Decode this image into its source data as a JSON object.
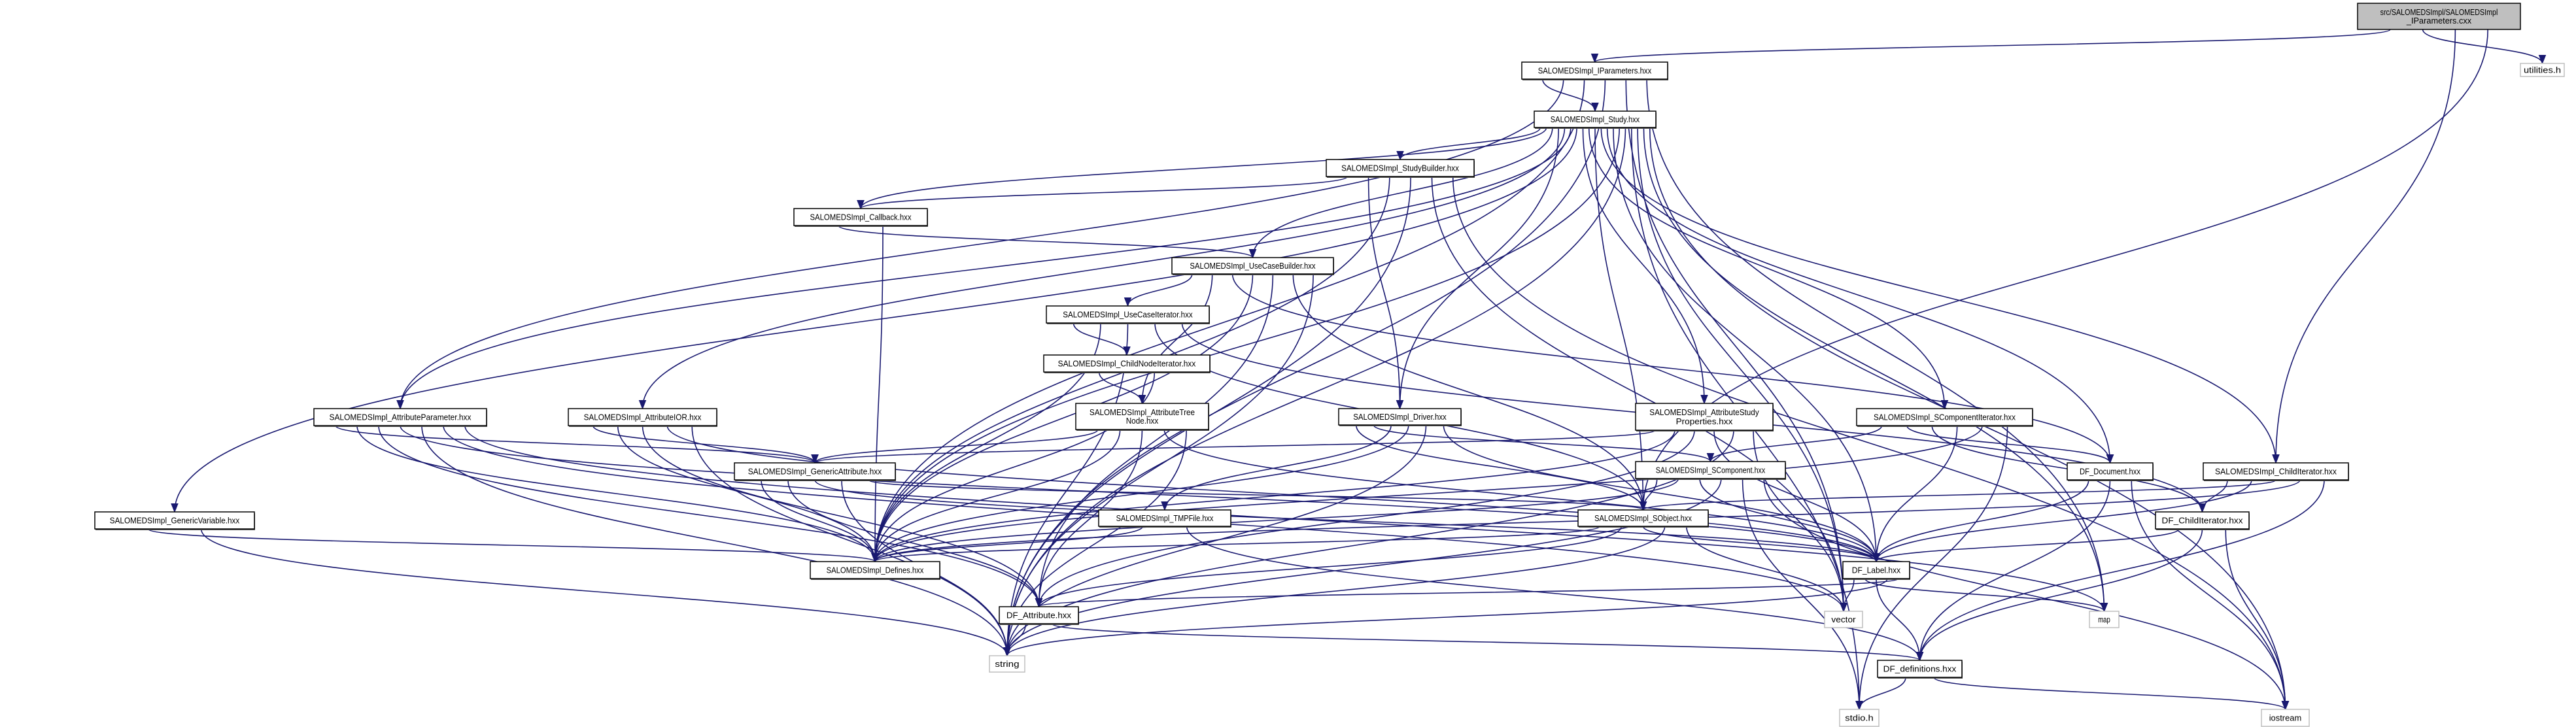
{
  "graph": {
    "edge_color": "#191970",
    "root_fill": "#bfbfbf",
    "external_border": "#bfbfbf",
    "nodes": [
      {
        "id": "root",
        "label": [
          "src/SALOMEDSImpl/SALOMEDSImpl",
          "_IParameters.cxx"
        ],
        "kind": "root"
      },
      {
        "id": "utilities",
        "label": [
          "utilities.h"
        ],
        "kind": "external"
      },
      {
        "id": "iparams",
        "label": [
          "SALOMEDSImpl_IParameters.hxx"
        ],
        "kind": "file"
      },
      {
        "id": "study",
        "label": [
          "SALOMEDSImpl_Study.hxx"
        ],
        "kind": "file"
      },
      {
        "id": "studybuilder",
        "label": [
          "SALOMEDSImpl_StudyBuilder.hxx"
        ],
        "kind": "file"
      },
      {
        "id": "callback",
        "label": [
          "SALOMEDSImpl_Callback.hxx"
        ],
        "kind": "file"
      },
      {
        "id": "usecasebuilder",
        "label": [
          "SALOMEDSImpl_UseCaseBuilder.hxx"
        ],
        "kind": "file"
      },
      {
        "id": "usecaseiterator",
        "label": [
          "SALOMEDSImpl_UseCaseIterator.hxx"
        ],
        "kind": "file"
      },
      {
        "id": "childnodeiterator",
        "label": [
          "SALOMEDSImpl_ChildNodeIterator.hxx"
        ],
        "kind": "file"
      },
      {
        "id": "attrtreenode",
        "label": [
          "SALOMEDSImpl_AttributeTree",
          "Node.hxx"
        ],
        "kind": "file"
      },
      {
        "id": "attrparam",
        "label": [
          "SALOMEDSImpl_AttributeParameter.hxx"
        ],
        "kind": "file"
      },
      {
        "id": "attrior",
        "label": [
          "SALOMEDSImpl_AttributeIOR.hxx"
        ],
        "kind": "file"
      },
      {
        "id": "genericattr",
        "label": [
          "SALOMEDSImpl_GenericAttribute.hxx"
        ],
        "kind": "file"
      },
      {
        "id": "genericvar",
        "label": [
          "SALOMEDSImpl_GenericVariable.hxx"
        ],
        "kind": "file"
      },
      {
        "id": "defines",
        "label": [
          "SALOMEDSImpl_Defines.hxx"
        ],
        "kind": "file"
      },
      {
        "id": "driver",
        "label": [
          "SALOMEDSImpl_Driver.hxx"
        ],
        "kind": "file"
      },
      {
        "id": "tmpfile",
        "label": [
          "SALOMEDSImpl_TMPFile.hxx"
        ],
        "kind": "file"
      },
      {
        "id": "attrstudyprops",
        "label": [
          "SALOMEDSImpl_AttributeStudy",
          "Properties.hxx"
        ],
        "kind": "file"
      },
      {
        "id": "scomponent",
        "label": [
          "SALOMEDSImpl_SComponent.hxx"
        ],
        "kind": "file"
      },
      {
        "id": "sobject",
        "label": [
          "SALOMEDSImpl_SObject.hxx"
        ],
        "kind": "file"
      },
      {
        "id": "scompiterator",
        "label": [
          "SALOMEDSImpl_SComponentIterator.hxx"
        ],
        "kind": "file"
      },
      {
        "id": "dfdocument",
        "label": [
          "DF_Document.hxx"
        ],
        "kind": "file"
      },
      {
        "id": "childiterator",
        "label": [
          "SALOMEDSImpl_ChildIterator.hxx"
        ],
        "kind": "file"
      },
      {
        "id": "dfchilditerator",
        "label": [
          "DF_ChildIterator.hxx"
        ],
        "kind": "file"
      },
      {
        "id": "dflabel",
        "label": [
          "DF_Label.hxx"
        ],
        "kind": "file"
      },
      {
        "id": "dfattribute",
        "label": [
          "DF_Attribute.hxx"
        ],
        "kind": "file"
      },
      {
        "id": "string",
        "label": [
          "string"
        ],
        "kind": "external"
      },
      {
        "id": "vector",
        "label": [
          "vector"
        ],
        "kind": "external"
      },
      {
        "id": "map",
        "label": [
          "map"
        ],
        "kind": "external"
      },
      {
        "id": "dfdefinitions",
        "label": [
          "DF_definitions.hxx"
        ],
        "kind": "file"
      },
      {
        "id": "stdio",
        "label": [
          "stdio.h"
        ],
        "kind": "external"
      },
      {
        "id": "iostream",
        "label": [
          "iostream"
        ],
        "kind": "external"
      }
    ],
    "edges": [
      [
        "root",
        "iparams"
      ],
      [
        "root",
        "utilities"
      ],
      [
        "root",
        "childiterator"
      ],
      [
        "root",
        "sobject"
      ],
      [
        "iparams",
        "study"
      ],
      [
        "iparams",
        "attrparam"
      ],
      [
        "iparams",
        "defines"
      ],
      [
        "iparams",
        "string"
      ],
      [
        "iparams",
        "vector"
      ],
      [
        "iparams",
        "map"
      ],
      [
        "study",
        "studybuilder"
      ],
      [
        "study",
        "callback"
      ],
      [
        "study",
        "usecasebuilder"
      ],
      [
        "study",
        "driver"
      ],
      [
        "study",
        "attrior"
      ],
      [
        "study",
        "attrparam"
      ],
      [
        "study",
        "genericvar"
      ],
      [
        "study",
        "attrstudyprops"
      ],
      [
        "study",
        "scompiterator"
      ],
      [
        "study",
        "sobject"
      ],
      [
        "study",
        "childiterator"
      ],
      [
        "study",
        "dfdocument"
      ],
      [
        "study",
        "dflabel"
      ],
      [
        "study",
        "defines"
      ],
      [
        "study",
        "string"
      ],
      [
        "study",
        "stdio"
      ],
      [
        "study",
        "vector"
      ],
      [
        "study",
        "map"
      ],
      [
        "study",
        "iostream"
      ],
      [
        "studybuilder",
        "callback"
      ],
      [
        "studybuilder",
        "driver"
      ],
      [
        "studybuilder",
        "defines"
      ],
      [
        "studybuilder",
        "string"
      ],
      [
        "studybuilder",
        "vector"
      ],
      [
        "studybuilder",
        "iostream"
      ],
      [
        "callback",
        "usecasebuilder"
      ],
      [
        "callback",
        "defines"
      ],
      [
        "usecasebuilder",
        "usecaseiterator"
      ],
      [
        "usecasebuilder",
        "attrtreenode"
      ],
      [
        "usecasebuilder",
        "dfdocument"
      ],
      [
        "usecasebuilder",
        "defines"
      ],
      [
        "usecasebuilder",
        "dfattribute"
      ],
      [
        "usecasebuilder",
        "sobject"
      ],
      [
        "usecasebuilder",
        "string"
      ],
      [
        "usecaseiterator",
        "childnodeiterator"
      ],
      [
        "usecaseiterator",
        "defines"
      ],
      [
        "usecaseiterator",
        "string"
      ],
      [
        "usecaseiterator",
        "sobject"
      ],
      [
        "usecaseiterator",
        "dfchilditerator"
      ],
      [
        "childnodeiterator",
        "attrtreenode"
      ],
      [
        "childnodeiterator",
        "defines"
      ],
      [
        "attrtreenode",
        "genericattr"
      ],
      [
        "attrtreenode",
        "defines"
      ],
      [
        "attrtreenode",
        "dfattribute"
      ],
      [
        "attrtreenode",
        "dflabel"
      ],
      [
        "attrtreenode",
        "string"
      ],
      [
        "attrparam",
        "genericattr"
      ],
      [
        "attrparam",
        "defines"
      ],
      [
        "attrparam",
        "dfattribute"
      ],
      [
        "attrparam",
        "dflabel"
      ],
      [
        "attrparam",
        "string"
      ],
      [
        "attrparam",
        "vector"
      ],
      [
        "attrparam",
        "map"
      ],
      [
        "attrior",
        "genericattr"
      ],
      [
        "attrior",
        "defines"
      ],
      [
        "attrior",
        "dfattribute"
      ],
      [
        "attrior",
        "dflabel"
      ],
      [
        "attrior",
        "string"
      ],
      [
        "genericattr",
        "defines"
      ],
      [
        "genericattr",
        "dfattribute"
      ],
      [
        "genericattr",
        "dflabel"
      ],
      [
        "genericattr",
        "string"
      ],
      [
        "genericattr",
        "sobject"
      ],
      [
        "genericvar",
        "defines"
      ],
      [
        "genericvar",
        "string"
      ],
      [
        "driver",
        "sobject"
      ],
      [
        "driver",
        "scomponent"
      ],
      [
        "driver",
        "tmpfile"
      ],
      [
        "driver",
        "defines"
      ],
      [
        "driver",
        "string"
      ],
      [
        "driver",
        "dflabel"
      ],
      [
        "tmpfile",
        "defines"
      ],
      [
        "tmpfile",
        "dfdefinitions"
      ],
      [
        "attrstudyprops",
        "genericattr"
      ],
      [
        "attrstudyprops",
        "defines"
      ],
      [
        "attrstudyprops",
        "dfattribute"
      ],
      [
        "attrstudyprops",
        "dflabel"
      ],
      [
        "attrstudyprops",
        "string"
      ],
      [
        "attrstudyprops",
        "vector"
      ],
      [
        "scomponent",
        "sobject"
      ],
      [
        "scomponent",
        "defines"
      ],
      [
        "scomponent",
        "dflabel"
      ],
      [
        "scomponent",
        "string"
      ],
      [
        "scomponent",
        "stdio"
      ],
      [
        "scomponent",
        "iostream"
      ],
      [
        "sobject",
        "defines"
      ],
      [
        "sobject",
        "dfattribute"
      ],
      [
        "sobject",
        "dflabel"
      ],
      [
        "sobject",
        "string"
      ],
      [
        "sobject",
        "vector"
      ],
      [
        "scompiterator",
        "scomponent"
      ],
      [
        "scompiterator",
        "dfdocument"
      ],
      [
        "scompiterator",
        "dfchilditerator"
      ],
      [
        "scompiterator",
        "dflabel"
      ],
      [
        "scompiterator",
        "defines"
      ],
      [
        "scompiterator",
        "stdio"
      ],
      [
        "dfdocument",
        "dflabel"
      ],
      [
        "dfdocument",
        "dfdefinitions"
      ],
      [
        "dfdocument",
        "iostream"
      ],
      [
        "childiterator",
        "dfchilditerator"
      ],
      [
        "childiterator",
        "dflabel"
      ],
      [
        "childiterator",
        "sobject"
      ],
      [
        "childiterator",
        "defines"
      ],
      [
        "childiterator",
        "dfdefinitions"
      ],
      [
        "dfchilditerator",
        "dflabel"
      ],
      [
        "dfchilditerator",
        "dfdefinitions"
      ],
      [
        "dfchilditerator",
        "iostream"
      ],
      [
        "dflabel",
        "vector"
      ],
      [
        "dflabel",
        "map"
      ],
      [
        "dflabel",
        "dfdefinitions"
      ],
      [
        "dflabel",
        "string"
      ],
      [
        "dflabel",
        "dfattribute"
      ],
      [
        "dfattribute",
        "string"
      ],
      [
        "dfattribute",
        "dfdefinitions"
      ],
      [
        "dfdefinitions",
        "stdio"
      ],
      [
        "dfdefinitions",
        "iostream"
      ]
    ]
  }
}
